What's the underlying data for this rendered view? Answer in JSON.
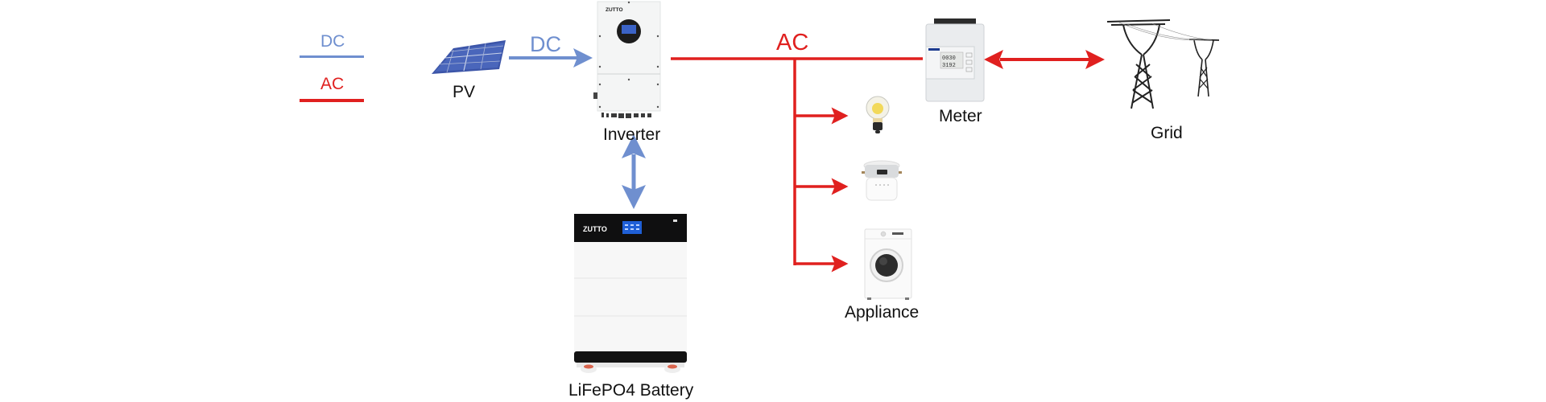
{
  "legend": {
    "dc": {
      "label": "DC",
      "color": "#6f8fcf"
    },
    "ac": {
      "label": "AC",
      "color": "#e0201f"
    }
  },
  "flows": {
    "pv_to_inverter": {
      "label": "DC",
      "type": "dc",
      "direction": "one-way"
    },
    "inverter_bus": {
      "label": "AC",
      "type": "ac"
    },
    "inverter_battery": {
      "type": "dc",
      "direction": "bidirectional"
    },
    "meter_grid": {
      "type": "ac",
      "direction": "bidirectional"
    },
    "bus_to_loads": {
      "type": "ac",
      "direction": "one-way",
      "count": 3
    }
  },
  "components": {
    "pv": {
      "label": "PV"
    },
    "inverter": {
      "label": "Inverter",
      "brand": "ZUTTO"
    },
    "battery": {
      "label": "LiFePO4 Battery",
      "brand": "ZUTTO"
    },
    "meter": {
      "label": "Meter"
    },
    "grid": {
      "label": "Grid"
    },
    "appliance": {
      "label": "Appliance",
      "items": [
        "light-bulb",
        "rice-cooker",
        "washing-machine"
      ]
    }
  }
}
